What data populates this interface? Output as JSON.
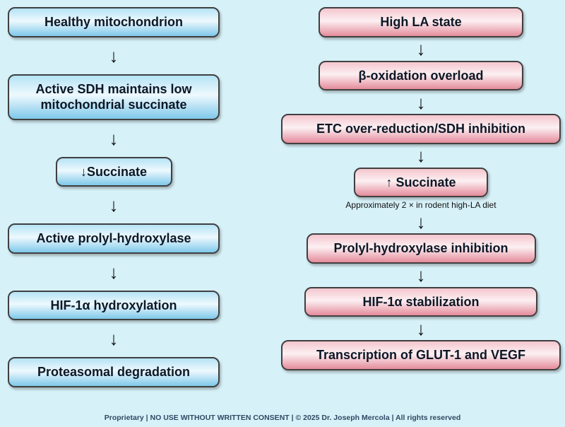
{
  "diagram": {
    "left": {
      "steps": [
        "Healthy mitochondrion",
        "Active SDH maintains low mitochondrial succinate",
        "↓Succinate",
        "Active prolyl-hydroxylase",
        "HIF-1α hydroxylation",
        "Proteasomal degradation"
      ]
    },
    "right": {
      "steps": [
        "High LA state",
        "β-oxidation overload",
        "ETC over-reduction/SDH inhibition",
        "↑ Succinate",
        "Prolyl-hydroxylase inhibition",
        "HIF-1α stabilization",
        "Transcription of GLUT-1 and VEGF"
      ],
      "succinate_note": "Approximately 2 × in rodent high-LA diet"
    },
    "icons": {
      "down_arrow": "↓"
    },
    "colors": {
      "background": "#d6f1f8",
      "healthy_box_accent": "#7ec8ea",
      "high_la_box_accent": "#e48b9b",
      "border": "#404040",
      "text": "#0d1726"
    },
    "footer": "Proprietary | NO USE WITHOUT WRITTEN CONSENT | © 2025 Dr. Joseph Mercola | All rights reserved"
  }
}
